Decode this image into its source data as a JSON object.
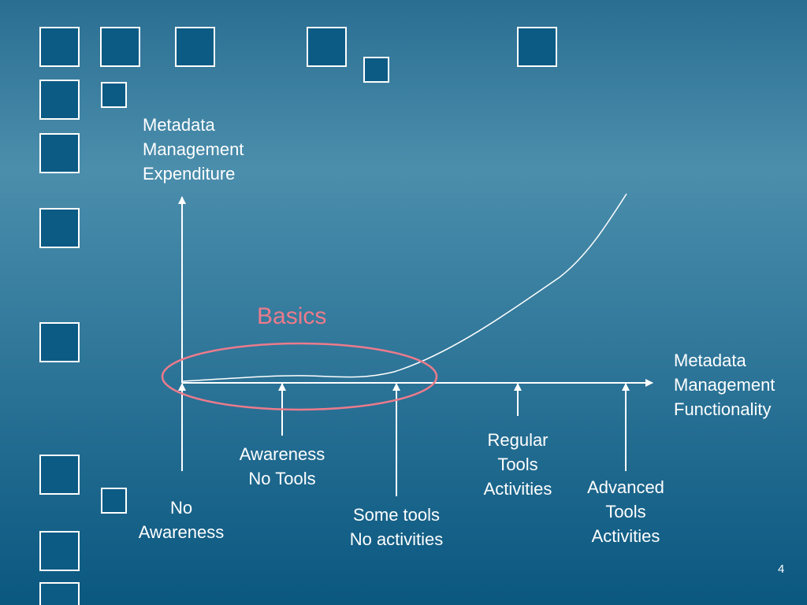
{
  "colors": {
    "background_top": "#2a6e92",
    "background_mid": "#4b8eac",
    "background_bottom": "#0a5780",
    "square_fill": "#0b5b84",
    "line": "#ffffff",
    "highlight": "#ec7b8c"
  },
  "axes": {
    "y_label": "Metadata\nManagement\nExpenditure",
    "x_label": "Metadata\nManagement\nFunctionality"
  },
  "highlight": {
    "label": "Basics"
  },
  "stages": [
    {
      "label": "No\nAwareness"
    },
    {
      "label": "Awareness\nNo Tools"
    },
    {
      "label": "Some tools\nNo activities"
    },
    {
      "label": "Regular\nTools\nActivities"
    },
    {
      "label": "Advanced\nTools\nActivities"
    }
  ],
  "page_number": "4"
}
